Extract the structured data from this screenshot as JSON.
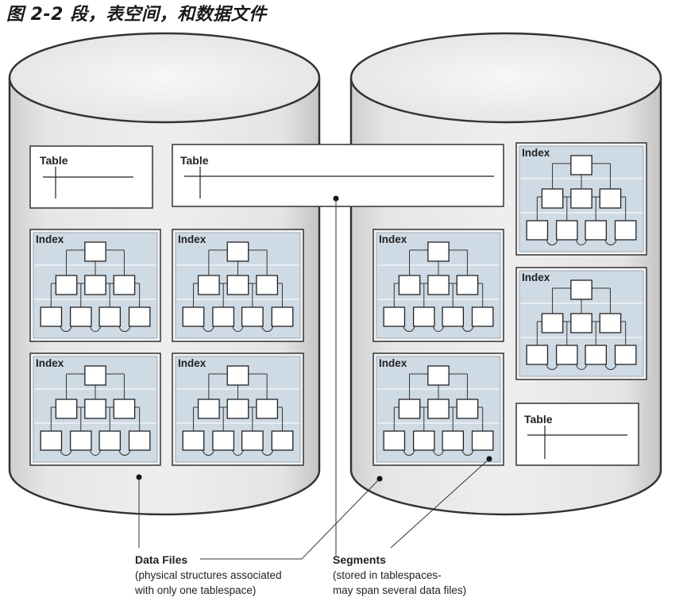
{
  "figure": {
    "title": "图 2-2 段，表空间，和数据文件"
  },
  "diagram": {
    "table_label": "Table",
    "index_label": "Index",
    "callouts": {
      "data_files": {
        "title": "Data Files",
        "line1": "(physical structures associated",
        "line2": "with only one tablespace)"
      },
      "segments": {
        "title": "Segments",
        "line1": "(stored in tablespaces-",
        "line2": "may span several data files)"
      }
    }
  }
}
